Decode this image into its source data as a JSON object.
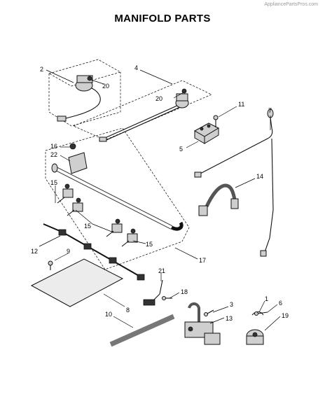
{
  "header": {
    "watermark": "AppliancePartsPros.com",
    "title": "MANIFOLD PARTS"
  },
  "callouts": {
    "c1": "1",
    "c2": "2",
    "c3": "3",
    "c4": "4",
    "c5": "5",
    "c6": "6",
    "c7": "7",
    "c8": "8",
    "c9": "9",
    "c10": "10",
    "c11": "11",
    "c12": "12",
    "c13": "13",
    "c14": "14",
    "c15a": "15",
    "c15b": "15",
    "c15c": "15",
    "c16": "16",
    "c17": "17",
    "c18": "18",
    "c19": "19",
    "c20a": "20",
    "c20b": "20",
    "c21": "21",
    "c22": "22"
  }
}
